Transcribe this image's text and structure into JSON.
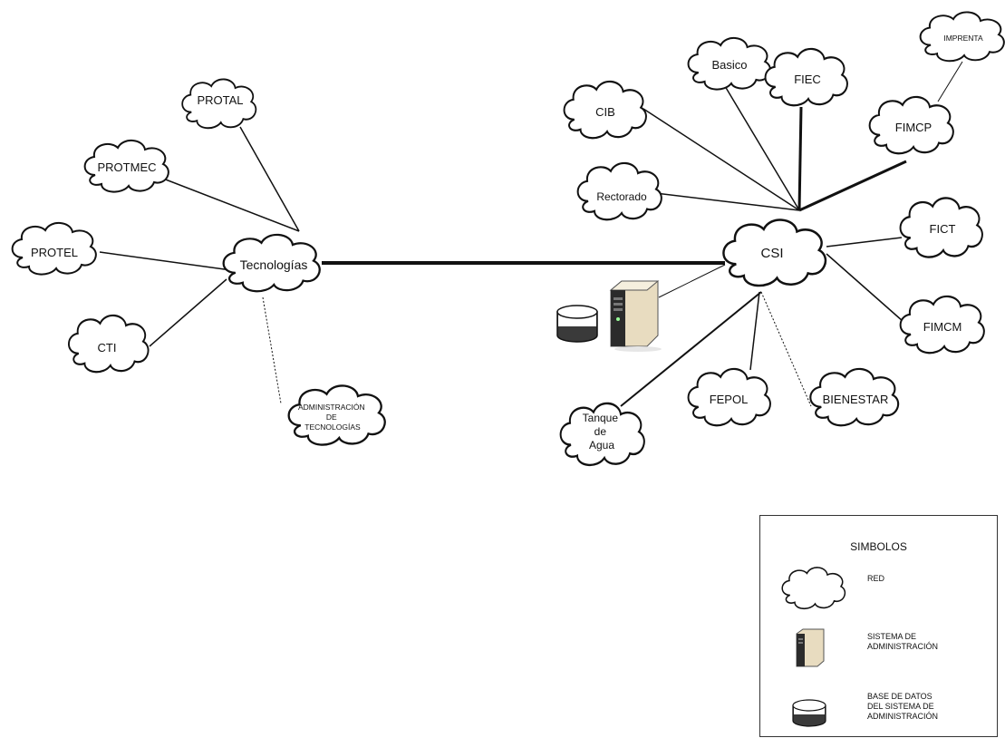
{
  "nodes": {
    "protal": "PROTAL",
    "protmec": "PROTMEC",
    "protel": "PROTEL",
    "tecnologias": "Tecnologías",
    "cti": "CTI",
    "admin_tec": [
      "ADMINISTRACIÓN",
      "DE",
      "TECNOLOGÍAS"
    ],
    "basico": "Basico",
    "imprenta": "IMPRENTA",
    "fiec": "FIEC",
    "cib": "CIB",
    "fimcp": "FIMCP",
    "rectorado": "Rectorado",
    "fict": "FICT",
    "csi": "CSI",
    "fimcm": "FIMCM",
    "fepol": "FEPOL",
    "bienestar": "BIENESTAR",
    "tanque": [
      "Tanque",
      "de",
      "Agua"
    ]
  },
  "legend": {
    "title": "SIMBOLOS",
    "red": "RED",
    "sistema": [
      "SISTEMA DE",
      "ADMINISTRACIÓN"
    ],
    "base": [
      "BASE DE DATOS",
      "DEL SISTEMA DE",
      "ADMINISTRACIÓN"
    ]
  },
  "icons": {
    "network": "cloud-icon",
    "server": "server-icon",
    "database": "database-icon"
  },
  "colors": {
    "stroke": "#111111",
    "server_body": "#e8dcc0",
    "server_front": "#2b2b2b"
  }
}
